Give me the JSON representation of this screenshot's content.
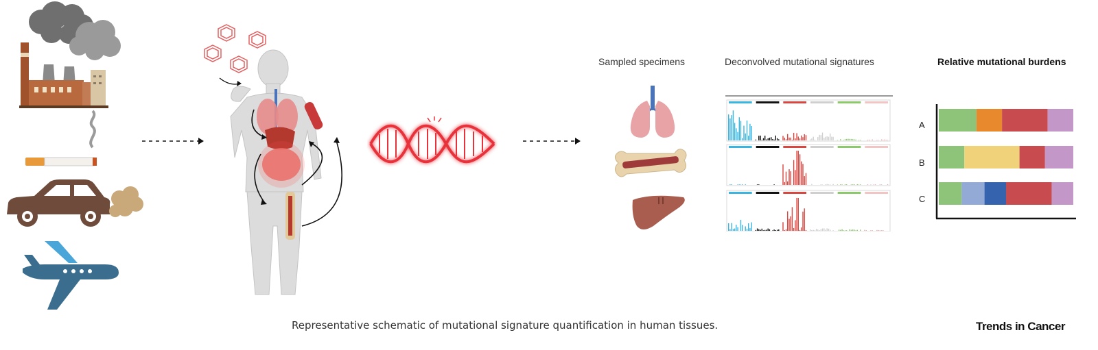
{
  "headers": {
    "sampled": "Sampled specimens",
    "signatures": "Deconvolved mutational signatures",
    "burdens": "Relative mutational burdens"
  },
  "caption": "Representative schematic of mutational signature quantification in human tissues.",
  "brand": "Trends in Cancer",
  "colors": {
    "signature_bands": [
      "#3ab5e0",
      "#111111",
      "#d9453f",
      "#cfcfcf",
      "#8cc96b",
      "#f2c4c4"
    ],
    "burden_segments": {
      "green": "#8dc47a",
      "orange": "#e8892e",
      "red": "#c84b4f",
      "purple": "#c497c9",
      "yellow": "#f0d27a",
      "lightblue": "#93a9d6",
      "blue": "#3563ae"
    }
  },
  "burdens": {
    "rows": [
      {
        "label": "A",
        "segments": [
          {
            "color": "green",
            "fraction": 0.28
          },
          {
            "color": "orange",
            "fraction": 0.19
          },
          {
            "color": "red",
            "fraction": 0.34
          },
          {
            "color": "purple",
            "fraction": 0.19
          }
        ]
      },
      {
        "label": "B",
        "segments": [
          {
            "color": "green",
            "fraction": 0.19
          },
          {
            "color": "yellow",
            "fraction": 0.41
          },
          {
            "color": "red",
            "fraction": 0.19
          },
          {
            "color": "purple",
            "fraction": 0.21
          }
        ]
      },
      {
        "label": "C",
        "segments": [
          {
            "color": "green",
            "fraction": 0.17
          },
          {
            "color": "lightblue",
            "fraction": 0.17
          },
          {
            "color": "blue",
            "fraction": 0.16
          },
          {
            "color": "red",
            "fraction": 0.34
          },
          {
            "color": "purple",
            "fraction": 0.16
          }
        ]
      }
    ]
  },
  "specimens": [
    "lung-icon",
    "bone-icon",
    "liver-icon"
  ],
  "exposures": [
    "factory-icon",
    "cigarette-icon",
    "car-icon",
    "airplane-icon"
  ]
}
